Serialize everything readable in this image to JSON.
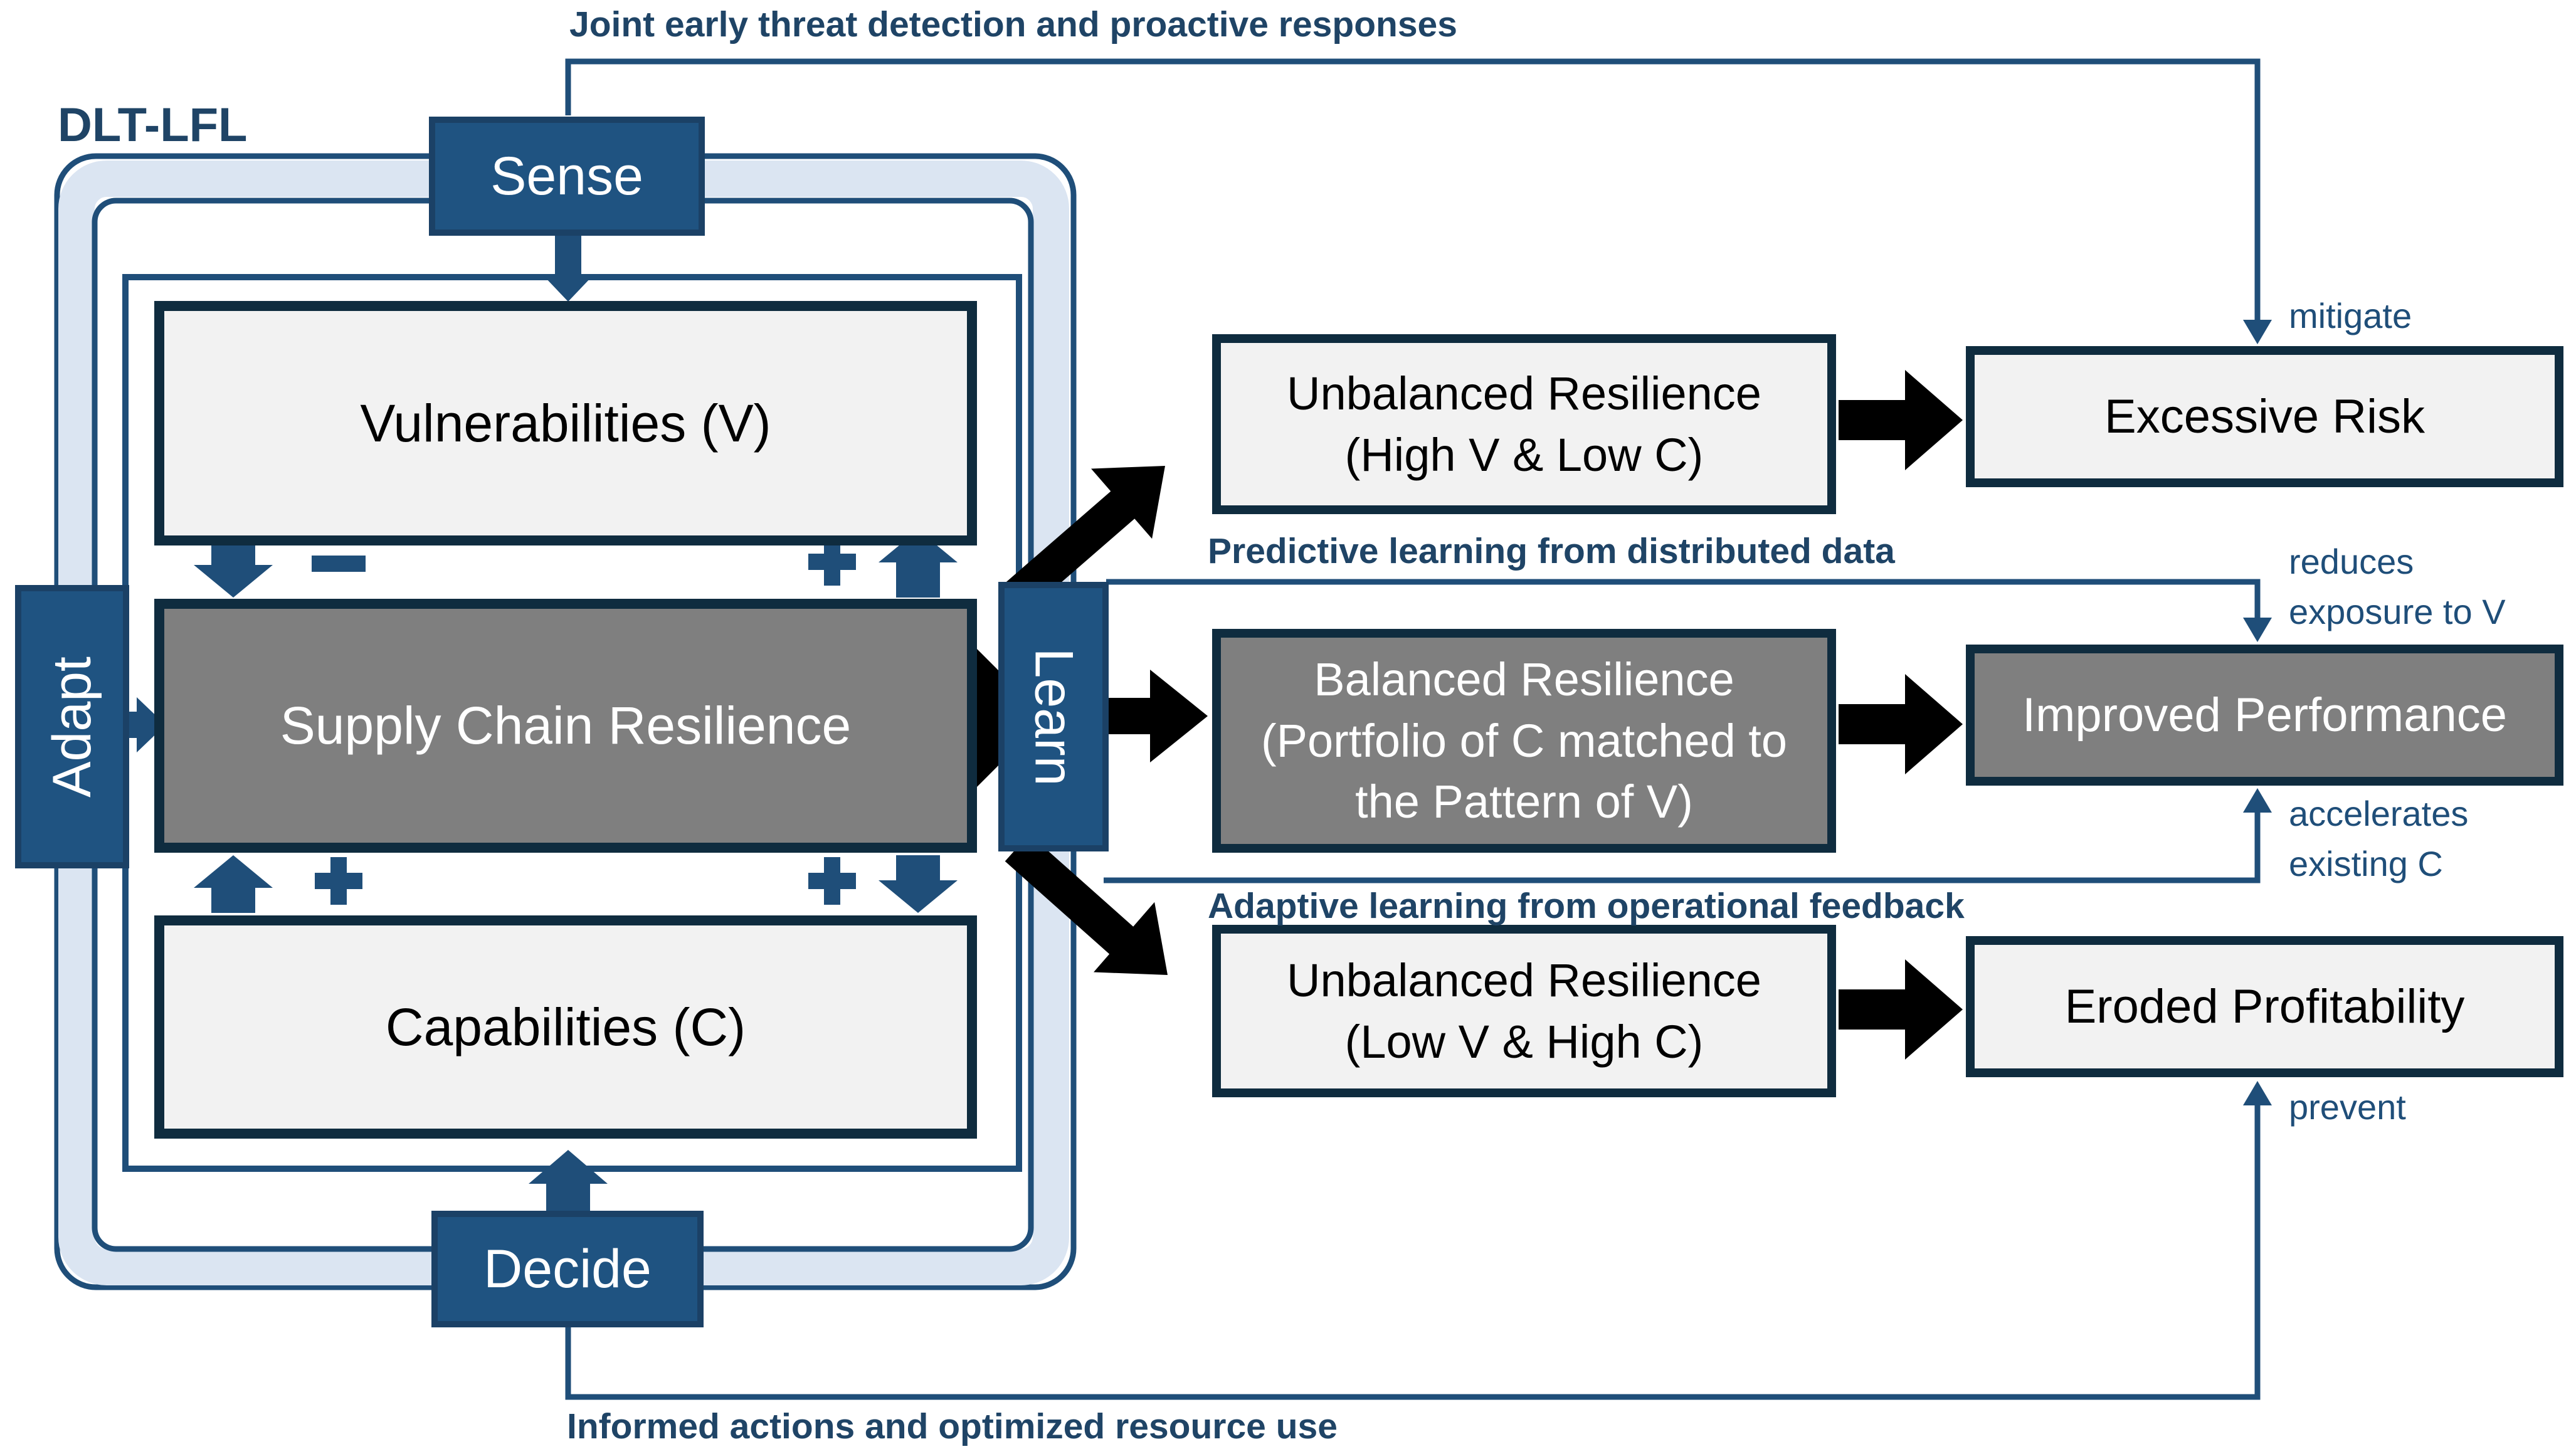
{
  "framework": {
    "label": "DLT-LFL"
  },
  "loop_nodes": {
    "sense": "Sense",
    "adapt": "Adapt",
    "learn": "Learn",
    "decide": "Decide"
  },
  "core_boxes": {
    "vulnerabilities": "Vulnerabilities (V)",
    "resilience": "Supply Chain Resilience",
    "capabilities": "Capabilities (C)"
  },
  "signs": {
    "plus": "+",
    "minus": "−"
  },
  "flow_labels": {
    "top": "Joint early threat detection and proactive responses",
    "predictive": "Predictive learning from distributed data",
    "adaptive": "Adaptive learning from operational feedback",
    "bottom": "Informed actions and optimized resource use"
  },
  "outcomes": {
    "unbalanced_high": {
      "line1": "Unbalanced Resilience",
      "line2": "(High V & Low C)"
    },
    "balanced": {
      "line1": "Balanced Resilience",
      "line2": "(Portfolio of C matched to",
      "line3": "the Pattern of V)"
    },
    "unbalanced_low": {
      "line1": "Unbalanced Resilience",
      "line2": "(Low V & High C)"
    },
    "excessive_risk": "Excessive Risk",
    "improved_performance": "Improved Performance",
    "eroded_profitability": "Eroded Profitability"
  },
  "annotations": {
    "mitigate": "mitigate",
    "reduces_line1": "reduces",
    "reduces_line2": "exposure to V",
    "accelerates_line1": "accelerates",
    "accelerates_line2": "existing C",
    "prevent": "prevent"
  },
  "colors": {
    "navy_line": "#1F4E79",
    "navy_text": "#1F4466",
    "box_border": "#0F2C3F",
    "light_fill": "#F2F2F2",
    "gray_fill": "#7F7F7F",
    "node_fill": "#1F5381",
    "node_border": "#1B4166",
    "band_fill": "#DBE5F2",
    "arrow_black": "#000000"
  }
}
